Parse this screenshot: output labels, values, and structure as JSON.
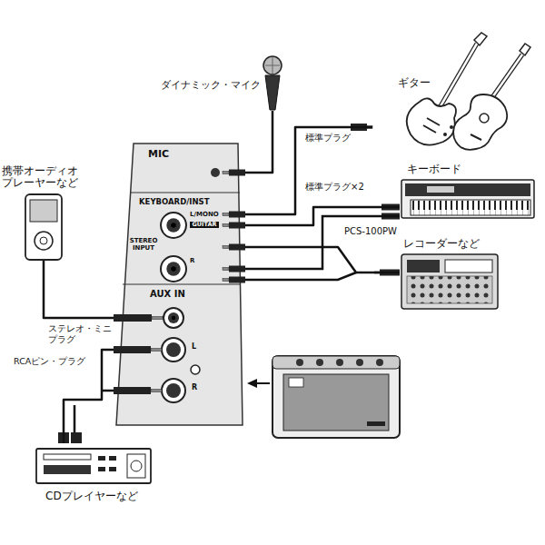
{
  "diagram": {
    "nodes": [
      {
        "text": [
          "ダイナミック・マイク"
        ]
      },
      {
        "text": [
          "ギター"
        ]
      },
      {
        "text": [
          "MIC",
          "KEYBOARD/INST",
          "L/MONO",
          "GUITAR",
          "STEREO INPUT",
          "R",
          "AUX IN",
          "L",
          "R"
        ]
      },
      {
        "text": [
          "携帯オーディオ プレーヤーなど"
        ]
      },
      {
        "text": [
          "キーボード"
        ]
      },
      {
        "text": [
          "レコーダーなど"
        ]
      },
      {
        "text": [
          "CDプレイヤーなど"
        ]
      }
    ],
    "edges": [
      {
        "from": 0,
        "to": 2,
        "arrow": "none"
      },
      {
        "from": 1,
        "to": 2,
        "label": "標準プラグ",
        "arrow": "none"
      },
      {
        "from": 4,
        "to": 2,
        "label": "標準プラグ×2",
        "arrow": "none"
      },
      {
        "from": 5,
        "to": 2,
        "label": "PCS-100PW",
        "arrow": "none"
      },
      {
        "from": 3,
        "to": 2,
        "label": "ステレオ・ミニ プラグ",
        "arrow": "none"
      },
      {
        "from": 6,
        "to": 2,
        "label": "RCAピン・プラグ",
        "arrow": "none"
      }
    ]
  }
}
